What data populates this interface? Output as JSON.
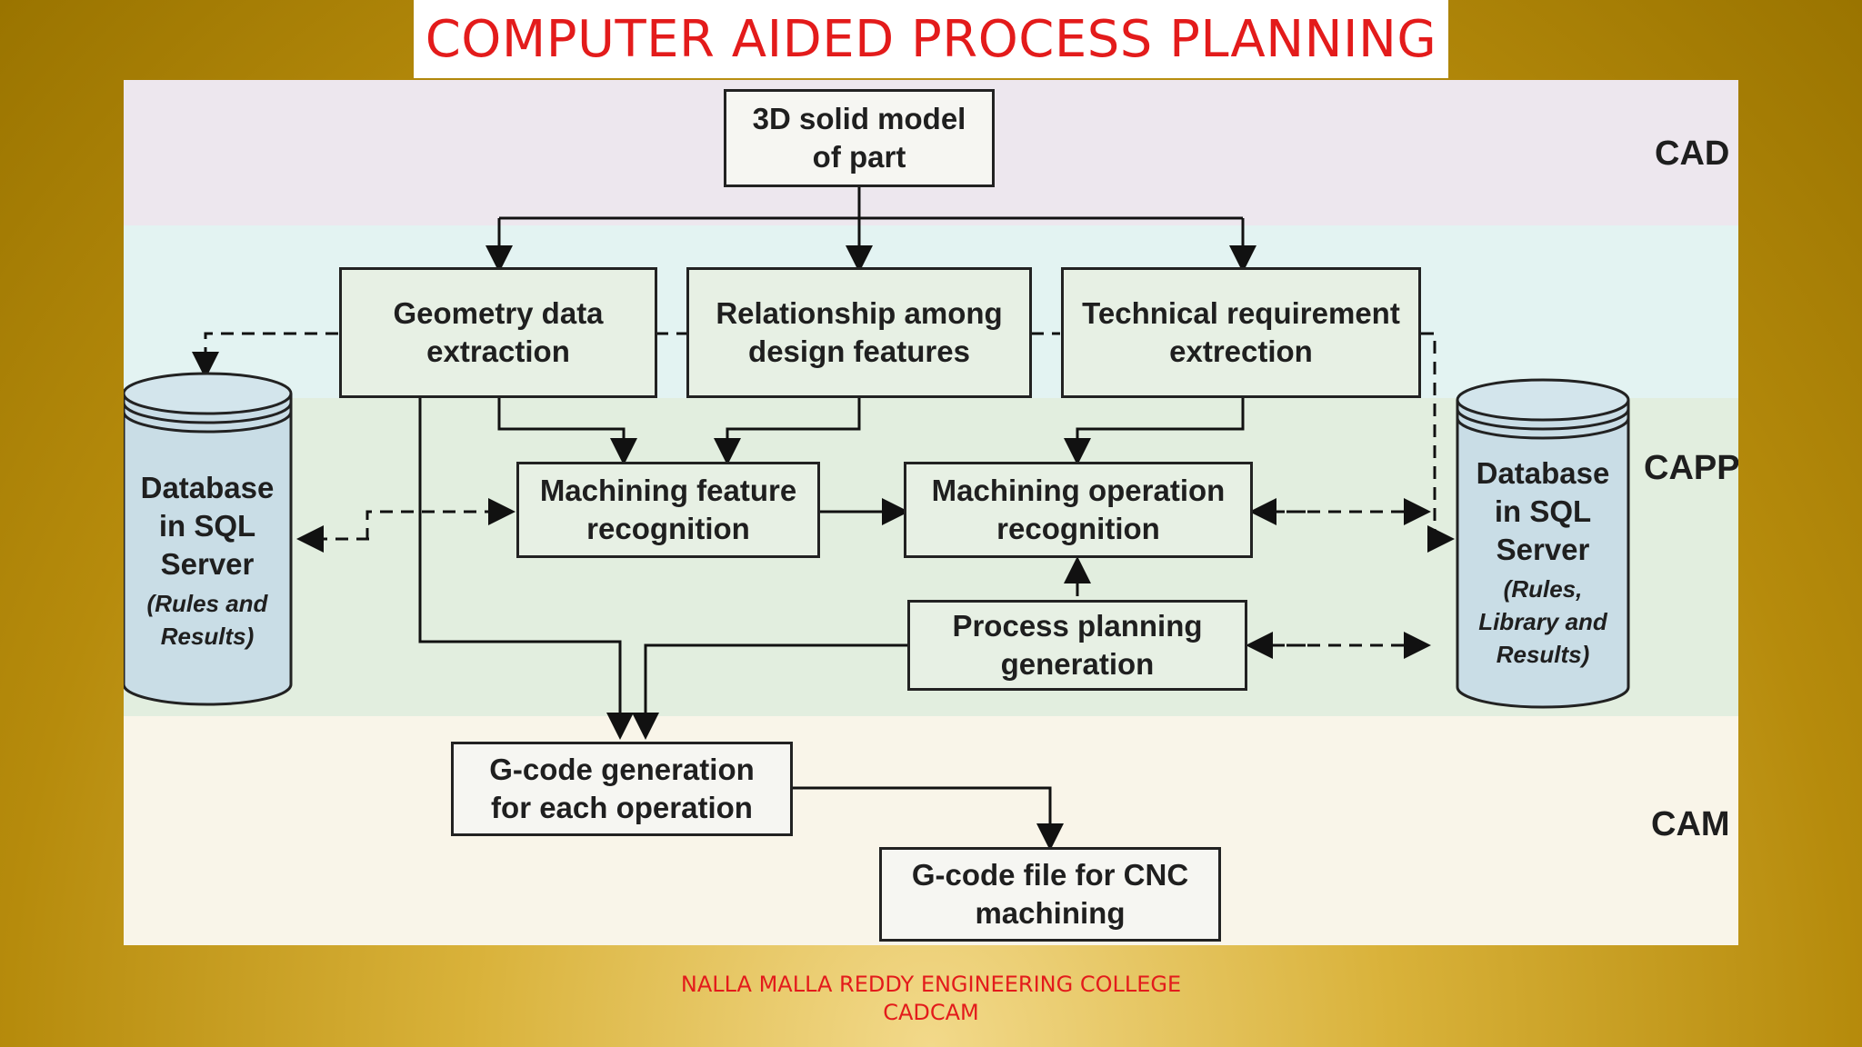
{
  "slide": {
    "title": "COMPUTER AIDED PROCESS PLANNING",
    "footer_line1": "NALLA MALLA REDDY ENGINEERING COLLEGE",
    "footer_line2": "CADCAM"
  },
  "diagram": {
    "stages": {
      "cad": "CAD",
      "capp": "CAPP",
      "cam": "CAM"
    },
    "nodes": {
      "solid_model": "3D solid model\nof part",
      "geometry": "Geometry data\nextraction",
      "relationship": "Relationship among\ndesign features",
      "technical": "Technical requirement\nextrection",
      "feature_recog": "Machining feature\nrecognition",
      "operation_recog": "Machining operation\nrecognition",
      "process_plan": "Process planning\ngeneration",
      "gcode_gen": "G-code generation\nfor each operation",
      "gcode_file": "G-code file for CNC\nmachining"
    },
    "databases": {
      "left_title": "Database\nin SQL\nServer",
      "left_sub": "(Rules and\nResults)",
      "right_title": "Database\nin SQL\nServer",
      "right_sub": "(Rules,\nLibrary and\nResults)"
    }
  }
}
